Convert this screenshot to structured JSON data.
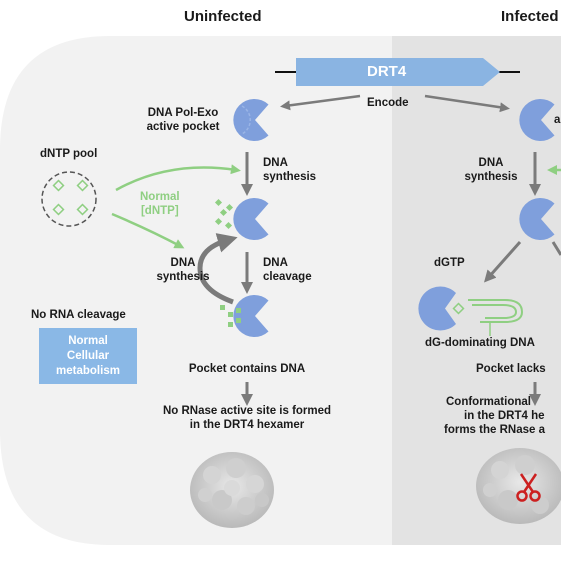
{
  "headers": {
    "uninfected": "Uninfected",
    "infected": "Infected"
  },
  "gene": {
    "name": "DRT4",
    "encode_label": "Encode"
  },
  "uninfected": {
    "pocket_label": [
      "DNA Pol-Exo",
      "active pocket"
    ],
    "dntp_pool": "dNTP pool",
    "normal_dntp": [
      "Normal",
      "[dNTP]"
    ],
    "dna_synthesis_main": [
      "DNA",
      "synthesis"
    ],
    "dna_synthesis_loop": [
      "DNA",
      "synthesis"
    ],
    "dna_cleavage": [
      "DNA",
      "cleavage"
    ],
    "no_rna_cleavage": "No RNA cleavage",
    "status_box": [
      "Normal",
      "Cellular",
      "metabolism"
    ],
    "pocket_contains": "Pocket contains DNA",
    "outcome": [
      "No RNase active site is formed",
      "in the DRT4 hexamer"
    ]
  },
  "infected": {
    "pocket_label_partial": "a",
    "dna_synthesis": [
      "DNA",
      "synthesis"
    ],
    "dgtp": "dGTP",
    "dg_dominating": "dG-dominating DNA",
    "pocket_lacks": "Pocket lacks",
    "outcome": [
      "Conformational",
      "in the DRT4 he",
      "forms the RNase a"
    ]
  },
  "colors": {
    "enzyme": "#7f9fdc",
    "green": "#8fcf82",
    "arrow_gray": "#7b7b7b",
    "status_box": "#8ab8e6",
    "scissors": "#cc2020"
  }
}
